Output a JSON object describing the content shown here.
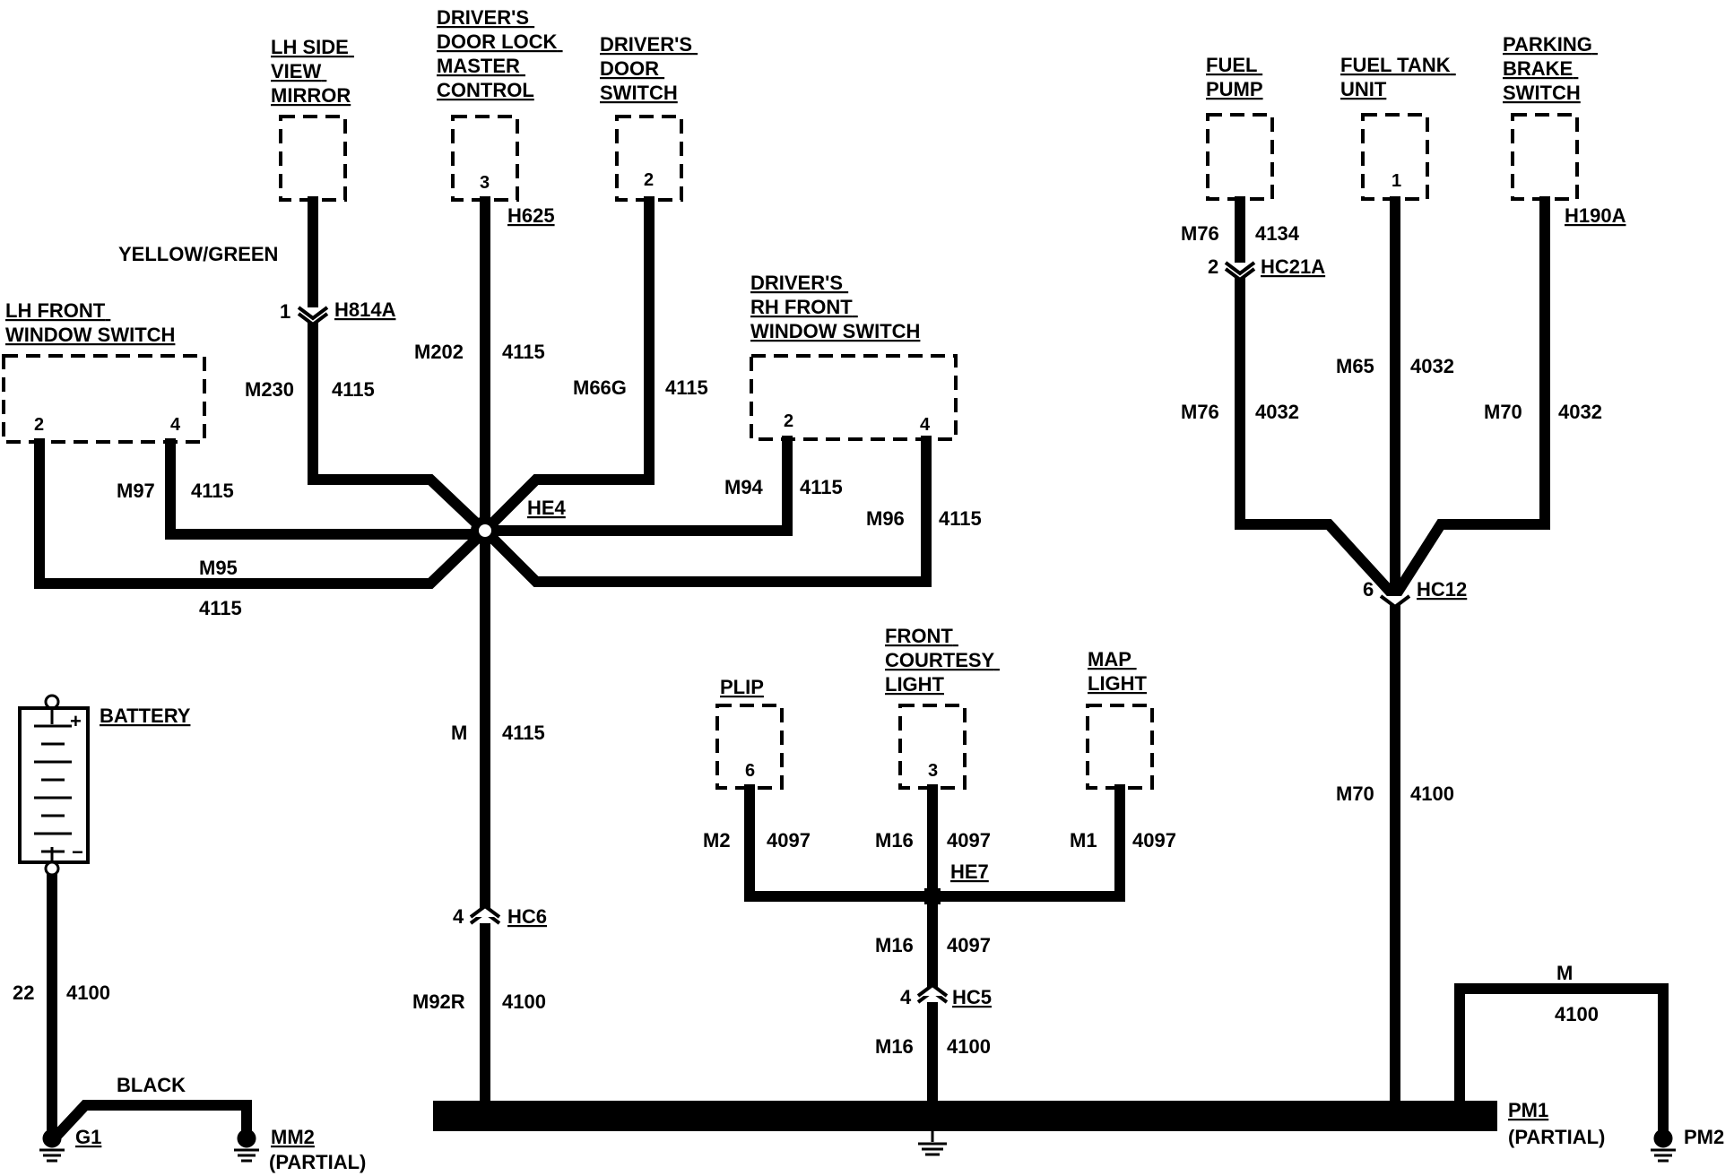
{
  "components": {
    "lh_side_view_mirror": [
      "LH SIDE",
      "VIEW",
      "MIRROR"
    ],
    "door_lock_master": [
      "DRIVER'S",
      "DOOR LOCK",
      "MASTER",
      "CONTROL"
    ],
    "drivers_door_switch": [
      "DRIVER'S",
      "DOOR",
      "SWITCH"
    ],
    "lh_front_window_switch": [
      "LH FRONT",
      "WINDOW SWITCH"
    ],
    "rh_front_window_switch": [
      "DRIVER'S",
      "RH FRONT",
      "WINDOW SWITCH"
    ],
    "fuel_pump": [
      "FUEL",
      "PUMP"
    ],
    "fuel_tank_unit": [
      "FUEL TANK",
      "UNIT"
    ],
    "parking_brake_switch": [
      "PARKING",
      "BRAKE",
      "SWITCH"
    ],
    "plip": [
      "PLIP"
    ],
    "front_courtesy_light": [
      "FRONT",
      "COURTESY",
      "LIGHT"
    ],
    "map_light": [
      "MAP",
      "LIGHT"
    ],
    "battery": "BATTERY"
  },
  "pins": {
    "door_lock_master": "3",
    "drivers_door_switch": "2",
    "lh_window_a": "2",
    "lh_window_b": "4",
    "rh_window_a": "2",
    "rh_window_b": "4",
    "fuel_tank_unit": "1",
    "plip": "6",
    "courtesy": "3",
    "hc6": "4",
    "hc5": "4",
    "hc12": "6",
    "hc21a": "2",
    "h814a": "1"
  },
  "connectors": {
    "h625": "H625",
    "h814a": "H814A",
    "he4": "HE4",
    "hc6": "HC6",
    "he7": "HE7",
    "hc5": "HC5",
    "hc21a": "HC21A",
    "h190a": "H190A",
    "hc12": "HC12",
    "g1": "G1",
    "mm2": "MM2",
    "mm2_note": "(PARTIAL)",
    "pm1": "PM1",
    "pm1_note": "(PARTIAL)",
    "pm2": "PM2"
  },
  "wires": {
    "mirror_color": "YELLOW/GREEN",
    "m230": "M230",
    "m230_num": "4115",
    "m202": "M202",
    "m202_num": "4115",
    "m66g": "M66G",
    "m66g_num": "4115",
    "m97": "M97",
    "m97_num": "4115",
    "m95": "M95",
    "m95_num": "4115",
    "m94": "M94",
    "m94_num": "4115",
    "m96": "M96",
    "m96_num": "4115",
    "m_main": "M",
    "m_main_num": "4115",
    "m92r": "M92R",
    "m92r_num": "4100",
    "m2": "M2",
    "m2_num": "4097",
    "m16a": "M16",
    "m16a_num": "4097",
    "m1": "M1",
    "m1_num": "4097",
    "m16b": "M16",
    "m16b_num": "4097",
    "m16c": "M16",
    "m16c_num": "4100",
    "m76a": "M76",
    "m76a_num": "4134",
    "m76b": "M76",
    "m76b_num": "4032",
    "m65": "M65",
    "m65_num": "4032",
    "m70a": "M70",
    "m70a_num": "4032",
    "m70b": "M70",
    "m70b_num": "4100",
    "m_pm2": "M",
    "m_pm2_num": "4100",
    "bat_22": "22",
    "bat_num": "4100",
    "black": "BLACK"
  },
  "battery_signs": {
    "plus": "+",
    "minus": "−"
  }
}
